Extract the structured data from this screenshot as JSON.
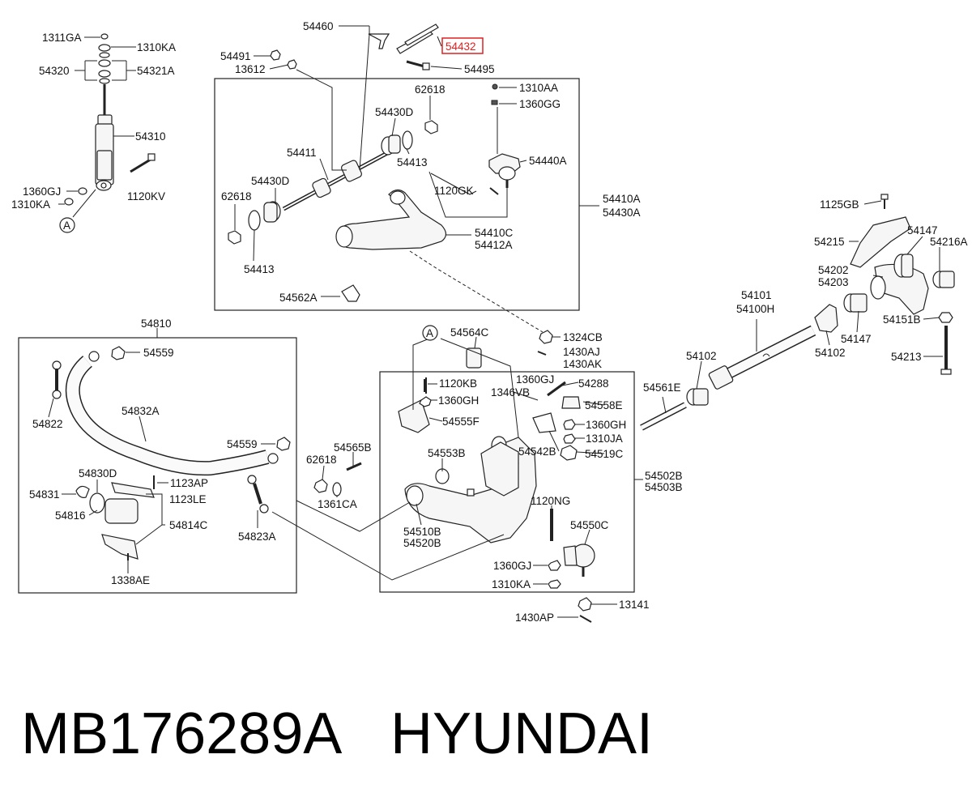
{
  "labels": {
    "l1311GA": "1311GA",
    "l1310KA_top": "1310KA",
    "l54320": "54320",
    "l54321A": "54321A",
    "l54310": "54310",
    "l1360GJ_left": "1360GJ",
    "l1310KA_left": "1310KA",
    "l1120KV": "1120KV",
    "l54460": "54460",
    "l54432": "54432",
    "l54491": "54491",
    "l13612": "13612",
    "l54495": "54495",
    "l62618_top": "62618",
    "l1310AA": "1310AA",
    "l1360GG": "1360GG",
    "l54430D_top": "54430D",
    "l54411": "54411",
    "l54413_top": "54413",
    "l54440A": "54440A",
    "l54430D_left": "54430D",
    "l1120GK": "1120GK",
    "l62618_left": "62618",
    "l54410A": "54410A",
    "l54430A": "54430A",
    "l54410C": "54410C",
    "l54412A": "54412A",
    "l54413_bottom": "54413",
    "l54562A": "54562A",
    "l1125GB": "1125GB",
    "l54215": "54215",
    "l54147_top": "54147",
    "l54216A": "54216A",
    "l54202": "54202",
    "l54203": "54203",
    "l54101": "54101",
    "l54100H": "54100H",
    "l54151B": "54151B",
    "l54147_bottom": "54147",
    "l54102_right": "54102",
    "l54213": "54213",
    "l54102_left": "54102",
    "l54561E": "54561E",
    "l54810": "54810",
    "l54559_top": "54559",
    "l54822": "54822",
    "l54832A": "54832A",
    "l54559_mid": "54559",
    "l54830D": "54830D",
    "l1123AP": "1123AP",
    "l54831": "54831",
    "l1123LE": "1123LE",
    "l54816": "54816",
    "l54814C": "54814C",
    "l54823A": "54823A",
    "l1338AE": "1338AE",
    "l54564C": "54564C",
    "l1324CB": "1324CB",
    "l1430AJ": "1430AJ",
    "l1430AK": "1430AK",
    "l1120KB": "1120KB",
    "l1360GJ_mid": "1360GJ",
    "l54288": "54288",
    "l1360GH_left": "1360GH",
    "l1346VB": "1346VB",
    "l54558E": "54558E",
    "l54555F": "54555F",
    "l1360GH_right": "1360GH",
    "l1310JA": "1310JA",
    "l54542B": "54542B",
    "l54519C": "54519C",
    "l54565B": "54565B",
    "l54553B": "54553B",
    "l62618_lower": "62618",
    "l54502B": "54502B",
    "l54503B": "54503B",
    "l1361CA": "1361CA",
    "l1120NG": "1120NG",
    "l54510B": "54510B",
    "l54520B": "54520B",
    "l54550C": "54550C",
    "l1360GJ_bottom": "1360GJ",
    "l1310KA_bottom": "1310KA",
    "l13141": "13141",
    "l1430AP": "1430AP",
    "refA_top": "A",
    "refA_mid": "A"
  },
  "footer": {
    "part_number": "MB176289A",
    "brand": "HYUNDAI"
  },
  "highlight": {
    "part": "54432",
    "color": "#e02020"
  }
}
